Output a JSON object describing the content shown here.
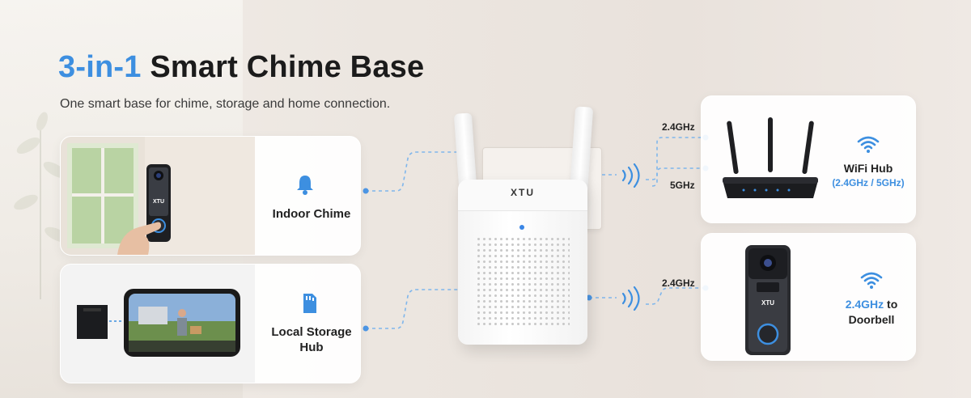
{
  "heading": {
    "accent": "3-in-1",
    "main": "Smart Chime Base",
    "subtitle": "One smart base for chime, storage and home connection."
  },
  "hub": {
    "logo": "XTU"
  },
  "features": [
    {
      "label": "Indoor Chime",
      "icon": "bell-icon",
      "doorbell_logo": "XTU"
    },
    {
      "label_line1": "Local Storage",
      "label_line2": "Hub",
      "icon": "sd-card-icon"
    }
  ],
  "connections": {
    "router_bands": [
      "2.4GHz",
      "5GHz"
    ],
    "doorbell_band": "2.4GHz"
  },
  "devices": [
    {
      "label": "WiFi Hub",
      "sublabel": "(2.4GHz / 5GHz)",
      "icon": "wifi-icon"
    },
    {
      "label_accent": "2.4GHz",
      "label_rest": " to",
      "label_line2": "Doorbell",
      "icon": "wifi-icon",
      "doorbell_logo": "XTU"
    }
  ],
  "colors": {
    "accent": "#3d8fe0",
    "dash_line": "#7fb6ec",
    "text": "#1b1b1b"
  }
}
